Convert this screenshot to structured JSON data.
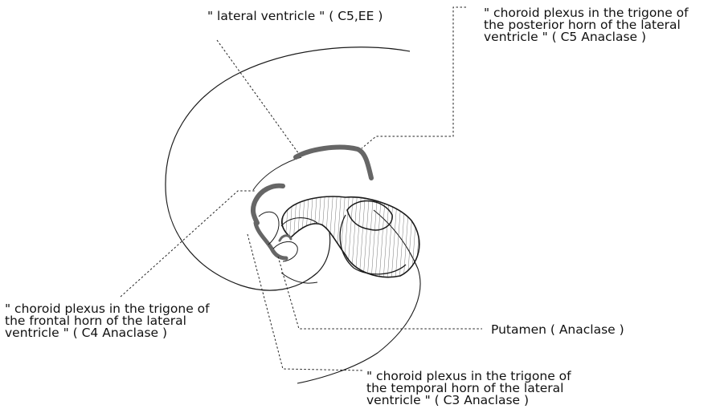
{
  "diagram": {
    "labels": {
      "lateral_ventricle": "\" lateral ventricle \" ( C5,EE )",
      "posterior_horn": "\" choroid plexus in the trigone of\nthe posterior horn of the lateral\nventricle \" ( C5 Anaclase )",
      "frontal_horn": "\" choroid plexus in the trigone of\nthe frontal horn of the lateral\nventricle \" ( C4 Anaclase )",
      "putamen": "Putamen ( Anaclase )",
      "temporal_horn": "\" choroid plexus in the trigone of\nthe temporal horn of the lateral\nventricle \" ( C3 Anaclase )"
    },
    "colors": {
      "outline": "#1a1a1a",
      "choroid_plexus": "#666666",
      "hatch": "#555555",
      "leader": "#222222"
    }
  }
}
